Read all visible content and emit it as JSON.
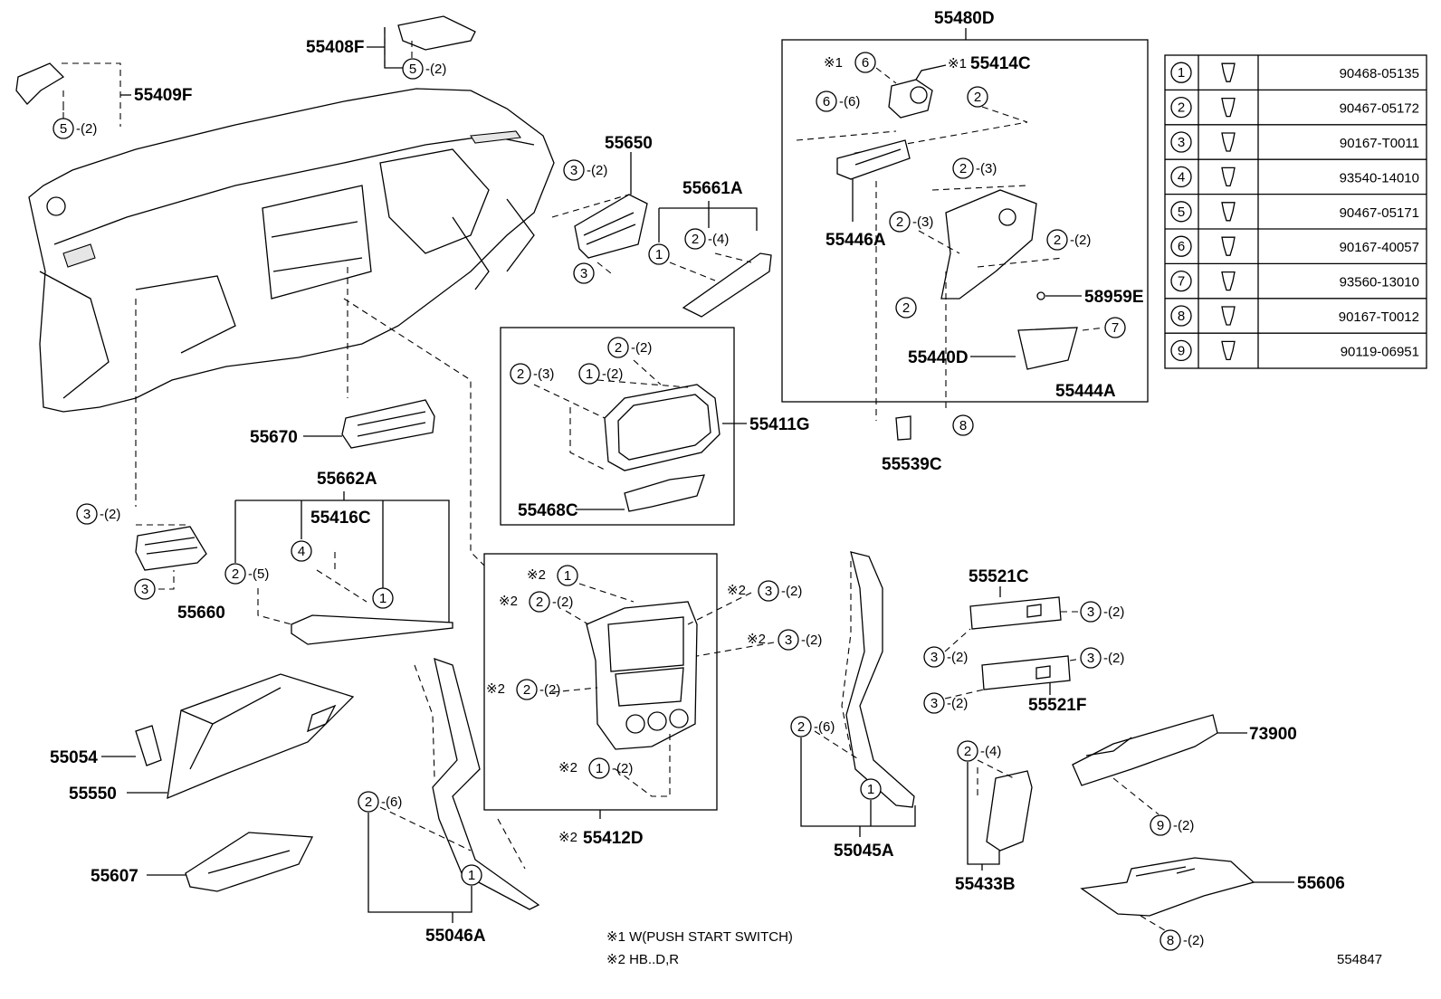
{
  "diagram_id": "554847",
  "notes": [
    "※1 W(PUSH START SWITCH)",
    "※2 HB..D,R"
  ],
  "fasteners": [
    {
      "num": "1",
      "part": "90468-05135"
    },
    {
      "num": "2",
      "part": "90467-05172"
    },
    {
      "num": "3",
      "part": "90167-T0011"
    },
    {
      "num": "4",
      "part": "93540-14010"
    },
    {
      "num": "5",
      "part": "90467-05171"
    },
    {
      "num": "6",
      "part": "90167-40057"
    },
    {
      "num": "7",
      "part": "93560-13010"
    },
    {
      "num": "8",
      "part": "90167-T0012"
    },
    {
      "num": "9",
      "part": "90119-06951"
    }
  ],
  "parts": {
    "p55408F": "55408F",
    "p55409F": "55409F",
    "p55650": "55650",
    "p55661A": "55661A",
    "p55480D": "55480D",
    "p55414C": "55414C",
    "p55446A": "55446A",
    "p58959E": "58959E",
    "p55440D": "55440D",
    "p55444A": "55444A",
    "p55539C": "55539C",
    "p55411G": "55411G",
    "p55468C": "55468C",
    "p55670": "55670",
    "p55662A": "55662A",
    "p55416C": "55416C",
    "p55660": "55660",
    "p55054": "55054",
    "p55550": "55550",
    "p55607": "55607",
    "p55046A": "55046A",
    "p55412D": "55412D",
    "p55045A": "55045A",
    "p55521C": "55521C",
    "p55521F": "55521F",
    "p55433B": "55433B",
    "p73900": "73900",
    "p55606": "55606"
  },
  "marks": {
    "note1": "※1",
    "note2": "※2"
  },
  "qty": {
    "q2": "-(2)",
    "q3": "-(3)",
    "q4": "-(4)",
    "q5": "-(5)",
    "q6": "-(6)"
  },
  "callouts": {
    "n1": "1",
    "n2": "2",
    "n3": "3",
    "n4": "4",
    "n5": "5",
    "n6": "6",
    "n7": "7",
    "n8": "8",
    "n9": "9"
  }
}
